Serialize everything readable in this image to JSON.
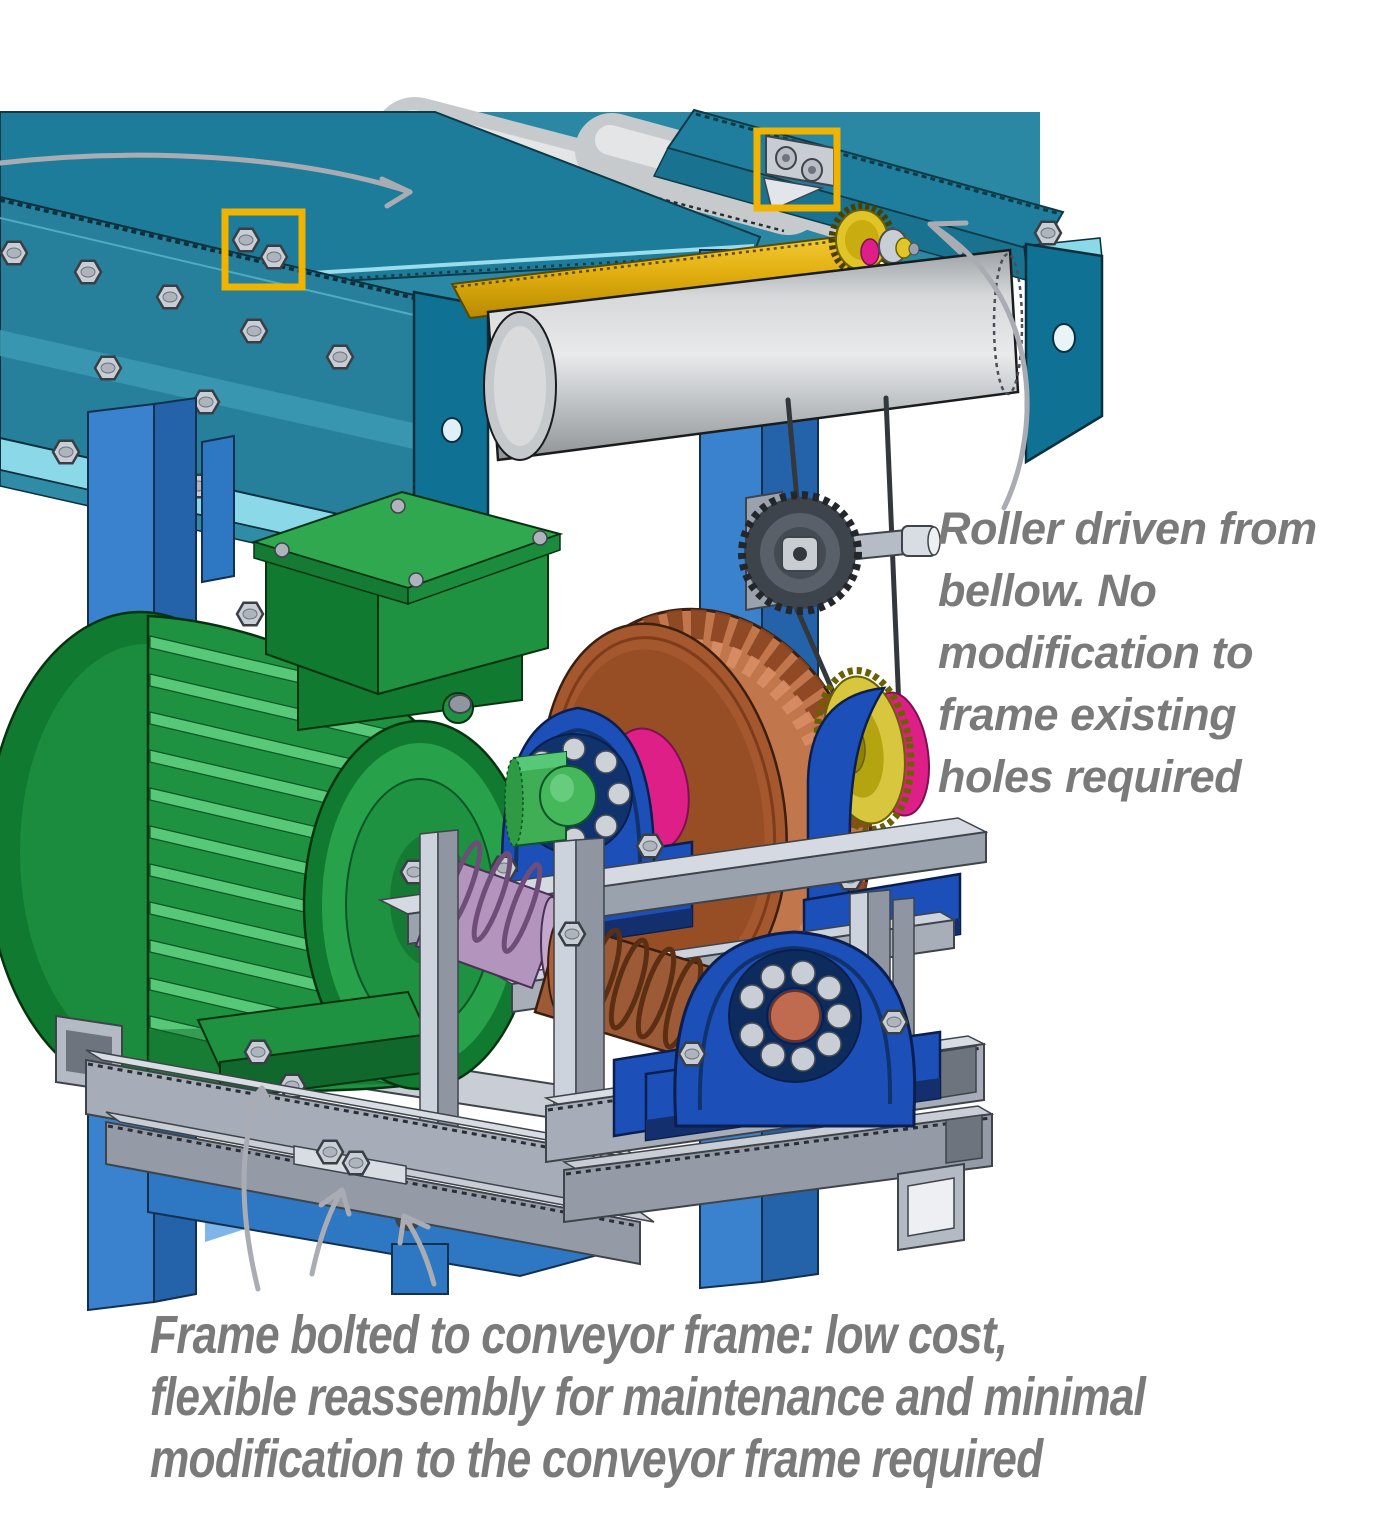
{
  "page": {
    "background": "#ffffff"
  },
  "annotations": {
    "roller_note": {
      "color": "#7a7a7a",
      "lines": [
        "Roller driven from",
        "bellow. No",
        "modification to",
        "frame existing",
        "holes required"
      ]
    },
    "frame_note": {
      "color": "#7a7a7a",
      "lines": [
        "Frame bolted to conveyor frame: low cost,",
        "flexible reassembly for maintenance and minimal",
        "modification to the conveyor frame required"
      ]
    }
  },
  "highlights": {
    "color": "#F0B400",
    "boxes": [
      {
        "name": "rail-bolts-highlight"
      },
      {
        "name": "bracket-bolts-highlight"
      }
    ]
  },
  "arrows": {
    "color": "#A9ADB3",
    "items": [
      "belt-direction-arrow",
      "roller-drive-arrow",
      "motor-foot-arrow",
      "frame-bolt-arrow",
      "conveyor-bolt-arrow"
    ]
  },
  "colors": {
    "conveyor_teal": "#1F7E9D",
    "flange_cyan": "#8AD8E8",
    "leg_blue": "#3B82CE",
    "motor_green": "#1E9240",
    "gear_brown": "#A5572E",
    "gear_teeth": "#C1764C",
    "bearing_blue": "#1D4FB8",
    "roller_gray": "#C7CACC",
    "drive_roller_yellow": "#E2AF10",
    "sprocket_yellow": "#D8C63E",
    "magenta_accent": "#DF1F88",
    "coupling_lavender": "#B394BD",
    "steel_gray": "#A6ADB8",
    "chain_dark": "#33383D"
  }
}
